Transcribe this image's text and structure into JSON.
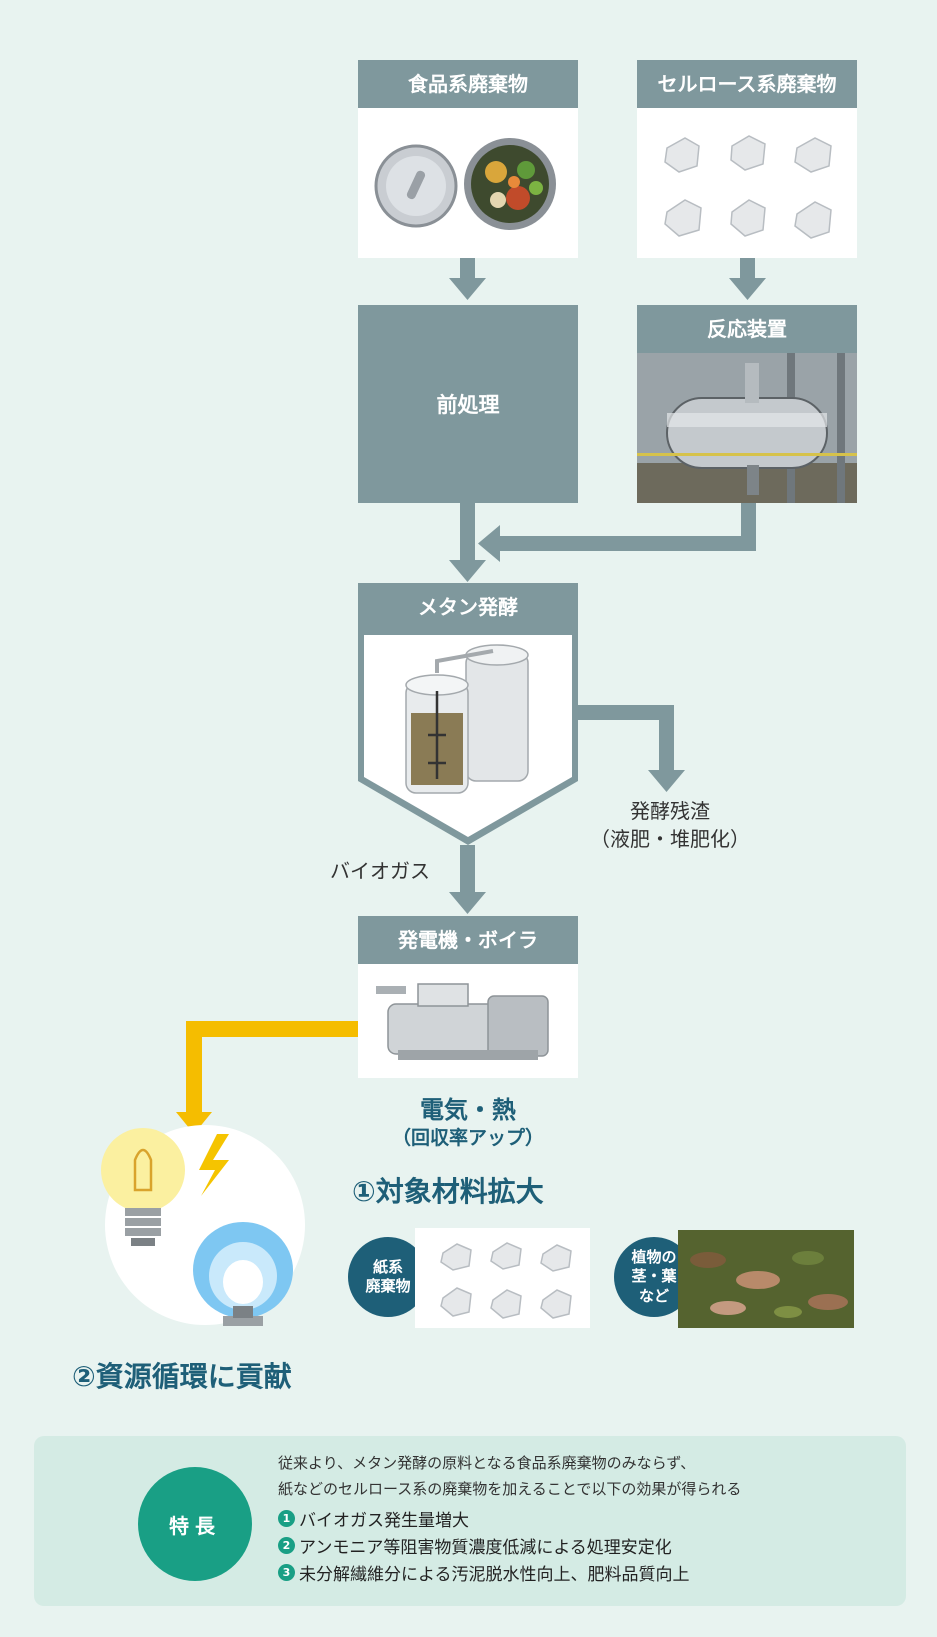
{
  "food_waste": {
    "title": "食品系廃棄物"
  },
  "cellulose_waste": {
    "title": "セルロース系廃棄物"
  },
  "pretreatment": {
    "title": "前処理"
  },
  "reactor": {
    "title": "反応装置"
  },
  "methane": {
    "title": "メタン発酵"
  },
  "residue": {
    "line1": "発酵残渣",
    "line2": "（液肥・堆肥化）"
  },
  "biogas": {
    "label": "バイオガス"
  },
  "generator": {
    "title": "発電機・ボイラ"
  },
  "energy": {
    "line1": "電気・熱",
    "line2": "（回収率アップ）"
  },
  "expansion": {
    "title": "①対象材料拡大",
    "badge_paper": [
      "紙系",
      "廃棄物"
    ],
    "badge_plant": [
      "植物の",
      "茎・葉",
      "など"
    ]
  },
  "contribution": {
    "title": "②資源循環に貢献"
  },
  "features": {
    "badge": "特長",
    "intro1": "従来より、メタン発酵の原料となる食品系廃棄物のみならず、",
    "intro2": "紙などのセルロース系の廃棄物を加えることで以下の効果が得られる",
    "items": [
      {
        "num": "1",
        "text": "バイオガス発生量増大"
      },
      {
        "num": "2",
        "text": "アンモニア等阻害物質濃度低減による処理安定化"
      },
      {
        "num": "3",
        "text": "未分解繊維分による汚泥脱水性向上、肥料品質向上"
      }
    ]
  },
  "colors": {
    "box": "#7f989d",
    "teal": "#1e5f78",
    "green": "#199f85",
    "yellow": "#f5bd00",
    "bg": "#e8f3f0"
  }
}
